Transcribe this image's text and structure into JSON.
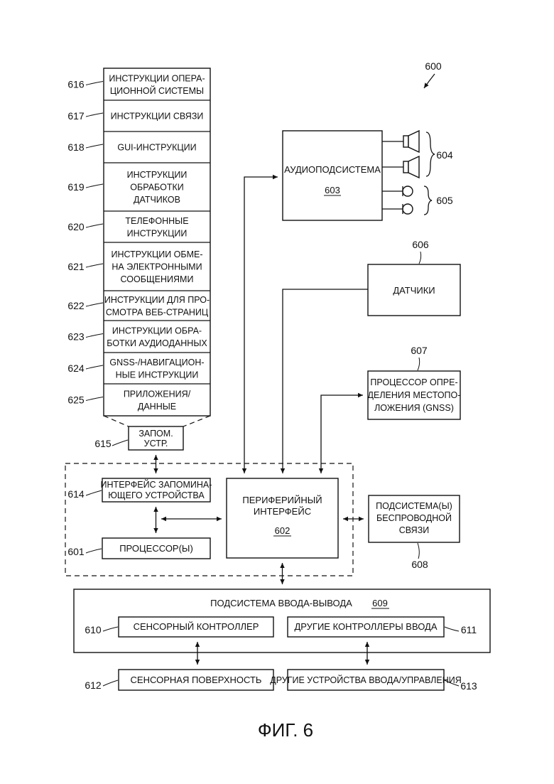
{
  "figure": {
    "ref": "600",
    "caption": "ФИГ. 6"
  },
  "memory_stack": [
    {
      "ref": "616",
      "lines": [
        "ИНСТРУКЦИИ ОПЕРА-",
        "ЦИОННОЙ СИСТЕМЫ"
      ]
    },
    {
      "ref": "617",
      "lines": [
        "ИНСТРУКЦИИ СВЯЗИ"
      ]
    },
    {
      "ref": "618",
      "lines": [
        "GUI-ИНСТРУКЦИИ"
      ]
    },
    {
      "ref": "619",
      "lines": [
        "ИНСТРУКЦИИ",
        "ОБРАБОТКИ",
        "ДАТЧИКОВ"
      ]
    },
    {
      "ref": "620",
      "lines": [
        "ТЕЛЕФОННЫЕ",
        "ИНСТРУКЦИИ"
      ]
    },
    {
      "ref": "621",
      "lines": [
        "ИНСТРУКЦИИ ОБМЕ-",
        "НА ЭЛЕКТРОННЫМИ",
        "СООБЩЕНИЯМИ"
      ]
    },
    {
      "ref": "622",
      "lines": [
        "ИНСТРУКЦИИ ДЛЯ ПРО-",
        "СМОТРА ВЕБ-СТРАНИЦ"
      ]
    },
    {
      "ref": "623",
      "lines": [
        "ИНСТРУКЦИИ ОБРА-",
        "БОТКИ АУДИОДАННЫХ"
      ]
    },
    {
      "ref": "624",
      "lines": [
        "GNSS-/НАВИГАЦИОН-",
        "НЫЕ ИНСТРУКЦИИ"
      ]
    },
    {
      "ref": "625",
      "lines": [
        "ПРИЛОЖЕНИЯ/",
        "ДАННЫЕ"
      ]
    }
  ],
  "memory": {
    "ref": "615",
    "lines": [
      "ЗАПОМ.",
      "УСТР."
    ]
  },
  "memory_interface": {
    "ref": "614",
    "lines": [
      "ИНТЕРФЕЙС ЗАПОМИНА-",
      "ЮЩЕГО УСТРОЙСТВА"
    ]
  },
  "processor": {
    "ref": "601",
    "label": "ПРОЦЕССОР(Ы)"
  },
  "peripheral_interface": {
    "ref": "602",
    "lines": [
      "ПЕРИФЕРИЙНЫЙ",
      "ИНТЕРФЕЙС"
    ]
  },
  "audio": {
    "ref": "603",
    "label": "АУДИОПОДСИСТЕМА",
    "speakers_ref": "604",
    "mics_ref": "605"
  },
  "sensors": {
    "ref": "606",
    "label": "ДАТЧИКИ"
  },
  "gnss": {
    "ref": "607",
    "lines": [
      "ПРОЦЕССОР ОПРЕ-",
      "ДЕЛЕНИЯ МЕСТОПО-",
      "ЛОЖЕНИЯ (GNSS)"
    ]
  },
  "wireless": {
    "ref": "608",
    "lines": [
      "ПОДСИСТЕМА(Ы)",
      "БЕСПРОВОДНОЙ",
      "СВЯЗИ"
    ]
  },
  "io": {
    "ref": "609",
    "label": "ПОДСИСТЕМА ВВОДА-ВЫВОДА"
  },
  "touch_controller": {
    "ref": "610",
    "label": "СЕНСОРНЫЙ КОНТРОЛЛЕР"
  },
  "other_controllers": {
    "ref": "611",
    "label": "ДРУГИЕ КОНТРОЛЛЕРЫ ВВОДА"
  },
  "touch_surface": {
    "ref": "612",
    "label": "СЕНСОРНАЯ ПОВЕРХНОСТЬ"
  },
  "other_devices": {
    "ref": "613",
    "label": "ДРУГИЕ УСТРОЙСТВА ВВОДА/УПРАВЛЕНИЯ"
  }
}
